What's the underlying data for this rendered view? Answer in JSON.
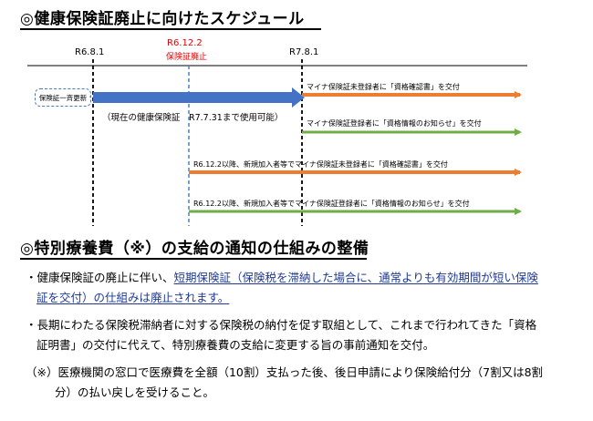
{
  "section1": {
    "title": "◎健康保険証廃止に向けたスケジュール"
  },
  "timeline": {
    "date_left": "R6.8.1",
    "date_mid": "R6.12.2",
    "date_mid_sub": "保険証廃止",
    "date_right": "R7.8.1",
    "dashed_box_label": "保険証一斉更新",
    "blue_bar_label": "（現在の健康保険証　R7.7.31まで使用可能）",
    "arrow_orange_1_label": "マイナ保険証未登録者に「資格確認書」を交付",
    "arrow_green_1_label": "マイナ保険証登録者に「資格情報のお知らせ」を交付",
    "arrow_orange_2_label": "R6.12.2以降、新規加入者等でマイナ保険証未登録者に「資格確認書」を交付",
    "arrow_green_2_label": "R6.12.2以降、新規加入者等でマイナ保険証登録者に「資格情報のお知らせ」を交付",
    "colors": {
      "blue": "#4472c4",
      "orange": "#ed7d31",
      "green": "#70ad47",
      "red": "#e60000"
    }
  },
  "section2": {
    "title": "◎特別療養費（※）の支給の通知の仕組みの整備",
    "bullet1_pre": "・健康保険証の廃止に伴い、",
    "bullet1_underlined_1": "短期保険証（保険税を滞納した場合に、通常よりも有効期間が短い保険",
    "bullet1_underlined_2": "証を交付）の仕組みは廃止されます。",
    "bullet2_line1": "・長期にわたる保険税滞納者に対する保険税の納付を促す取組として、これまで行われてきた「資格",
    "bullet2_line2": "証明書」の交付に代えて、特別療養費の支給に変更する旨の事前通知を交付。",
    "note_line1": "（※）医療機関の窓口で医療費を全額（10割）支払った後、後日申請により保険給付分（7割又は8割",
    "note_line2": "分）の払い戻しを受けること。"
  }
}
